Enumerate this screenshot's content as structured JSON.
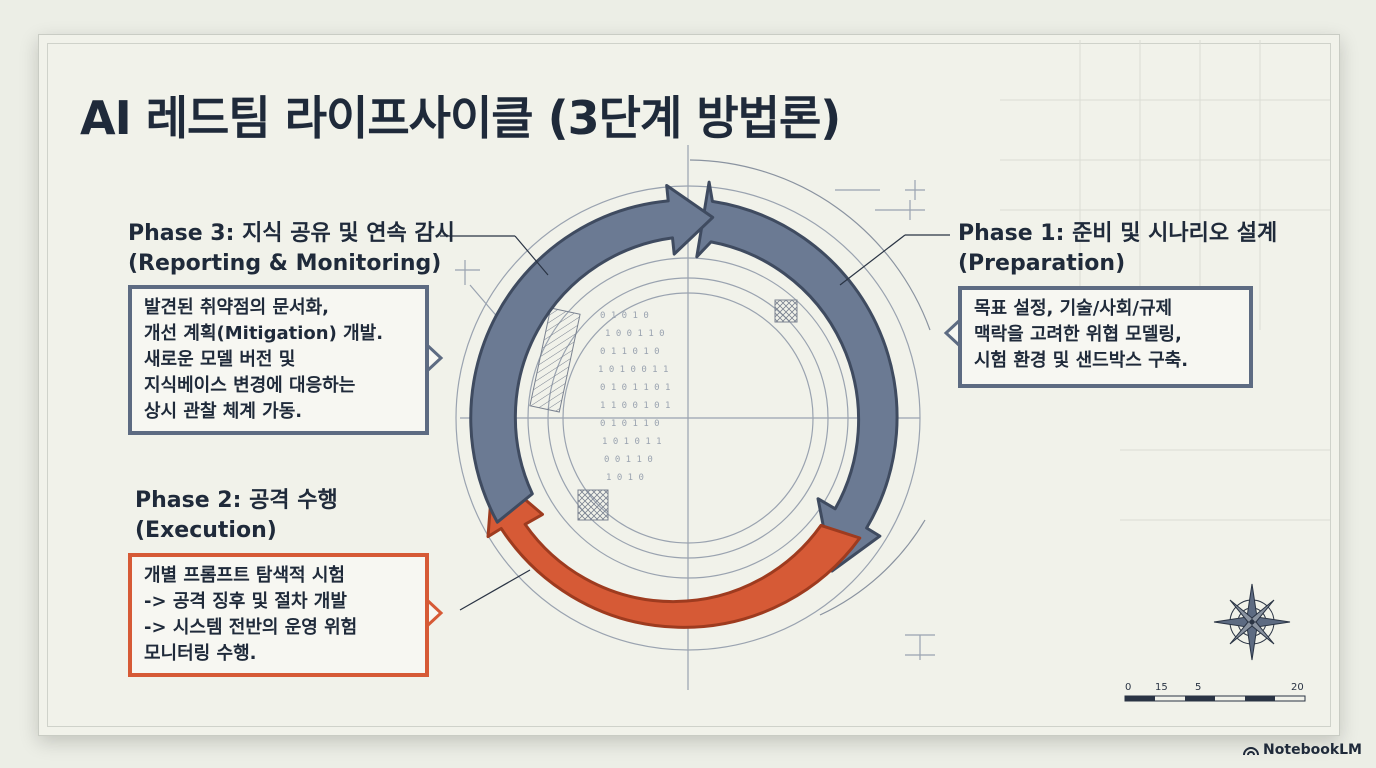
{
  "title": "AI 레드팀 라이프사이클 (3단계 방법론)",
  "phase1": {
    "heading_line1": "Phase 1: 준비 및 시나리오 설계",
    "heading_line2": "(Preparation)",
    "body": [
      "목표 설정, 기술/사회/규제",
      "맥락을 고려한 위협 모델링,",
      "시험 환경 및 샌드박스 구축."
    ]
  },
  "phase2": {
    "heading_line1": "Phase 2: 공격 수행",
    "heading_line2": "(Execution)",
    "body": [
      "개별 프롬프트 탐색적 시험",
      "-> 공격 징후 및 절차 개발",
      "-> 시스템 전반의 운영 위험",
      "모니터링 수행."
    ]
  },
  "phase3": {
    "heading_line1": "Phase 3: 지식 공유 및 연속 감시",
    "heading_line2": "(Reporting & Monitoring)",
    "body": [
      "발견된 취약점의 문서화,",
      "개선 계획(Mitigation) 개발.",
      "새로운 모델 버전 및",
      "지식베이스 변경에 대응하는",
      "상시 관찰 체계 가동."
    ]
  },
  "scale_bar": {
    "labels": [
      "0",
      "15",
      "5",
      "20"
    ]
  },
  "watermark": "NotebookLM",
  "colors": {
    "arrow_blue": "#6b7a93",
    "arrow_orange": "#d65a36",
    "ink": "#1f2a3a",
    "box_border_blue": "#5d6b82"
  }
}
